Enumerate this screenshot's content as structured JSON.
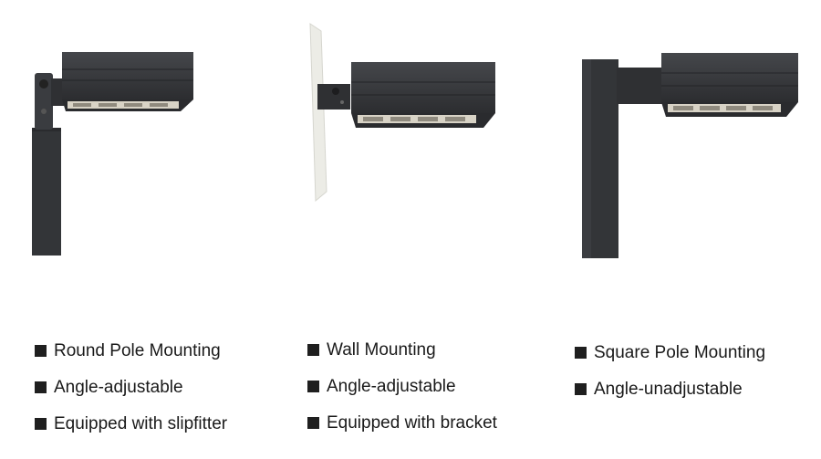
{
  "columns": [
    {
      "illustration": "round-pole-mounted-flood-light",
      "features": [
        "Round Pole Mounting",
        "Angle-adjustable",
        "Equipped with slipfitter"
      ]
    },
    {
      "illustration": "wall-mounted-flood-light",
      "features": [
        "Wall Mounting",
        "Angle-adjustable",
        "Equipped with bracket"
      ]
    },
    {
      "illustration": "square-pole-mounted-flood-light",
      "features": [
        "Square Pole Mounting",
        "Angle-unadjustable"
      ]
    }
  ],
  "colors": {
    "fixture": "#35373a",
    "fixture_edge": "#2a2b2e",
    "led_panel": "#d8d3c6",
    "bullet": "#1f1f1f",
    "wall": "#ecece6"
  }
}
